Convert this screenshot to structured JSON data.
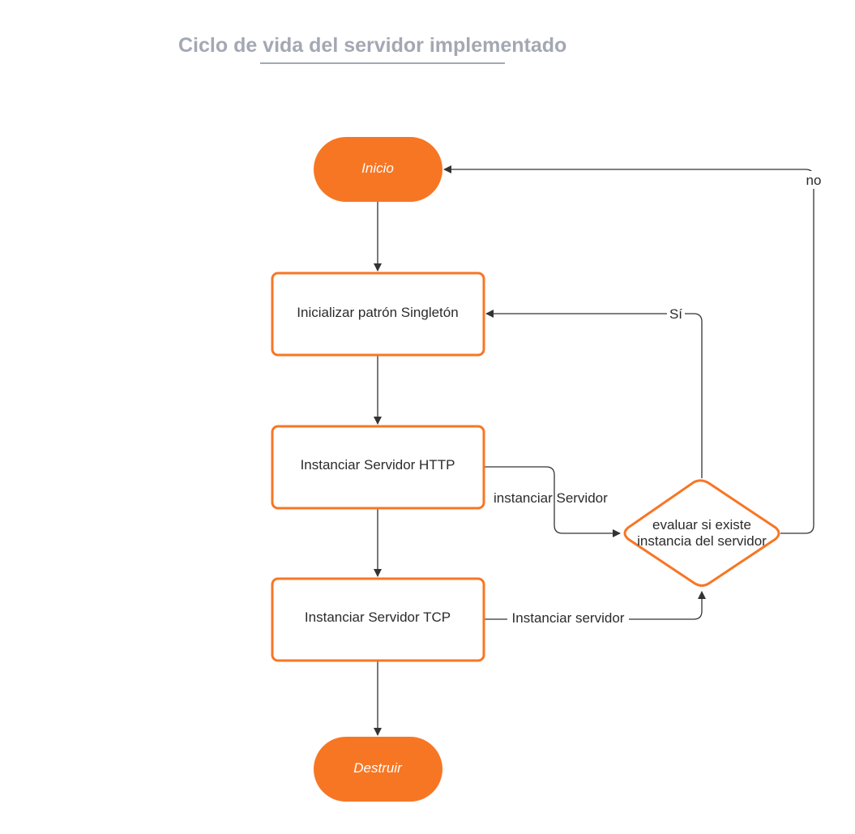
{
  "title": "Ciclo de vida del servidor implementado",
  "colors": {
    "accent": "#f77624",
    "title": "#a3a8b3",
    "edge": "#333333",
    "text": "#2b2b2b"
  },
  "nodes": {
    "start": "Inicio",
    "singleton": "Inicializar patrón Singletón",
    "http": "Instanciar Servidor HTTP",
    "tcp": "Instanciar Servidor TCP",
    "decision_line1": "evaluar si existe",
    "decision_line2": "instancia del servidor",
    "end": "Destruir"
  },
  "edges": {
    "http_to_decision": "instanciar Servidor",
    "tcp_to_decision": "Instanciar servidor",
    "decision_yes": "Sí",
    "decision_no": "no"
  }
}
